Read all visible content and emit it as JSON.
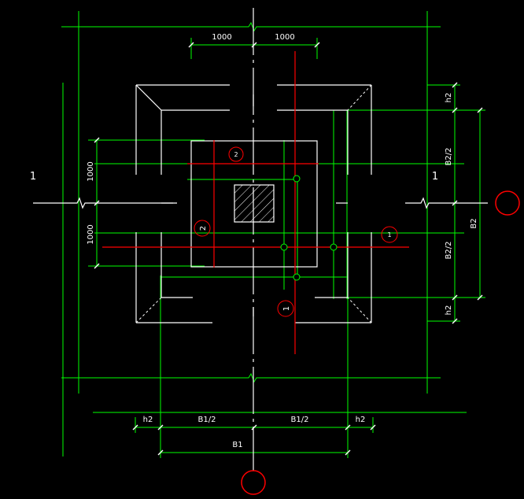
{
  "drawing": {
    "dims_top": [
      "1000",
      "1000"
    ],
    "dims_left": [
      "1000",
      "1000"
    ],
    "dims_right": [
      "h2",
      "B2/2",
      "B2/2",
      "h2",
      "B2"
    ],
    "dims_bottom": [
      "h2",
      "B1/2",
      "B1/2",
      "h2",
      "B1"
    ],
    "section_marks": [
      "1",
      "1"
    ],
    "rebar_tags": [
      "2",
      "1",
      "2",
      "1"
    ],
    "colors": {
      "dim": "#00ff00",
      "outline": "#ffffff",
      "rebar": "#ff0000",
      "background": "#000000"
    }
  }
}
